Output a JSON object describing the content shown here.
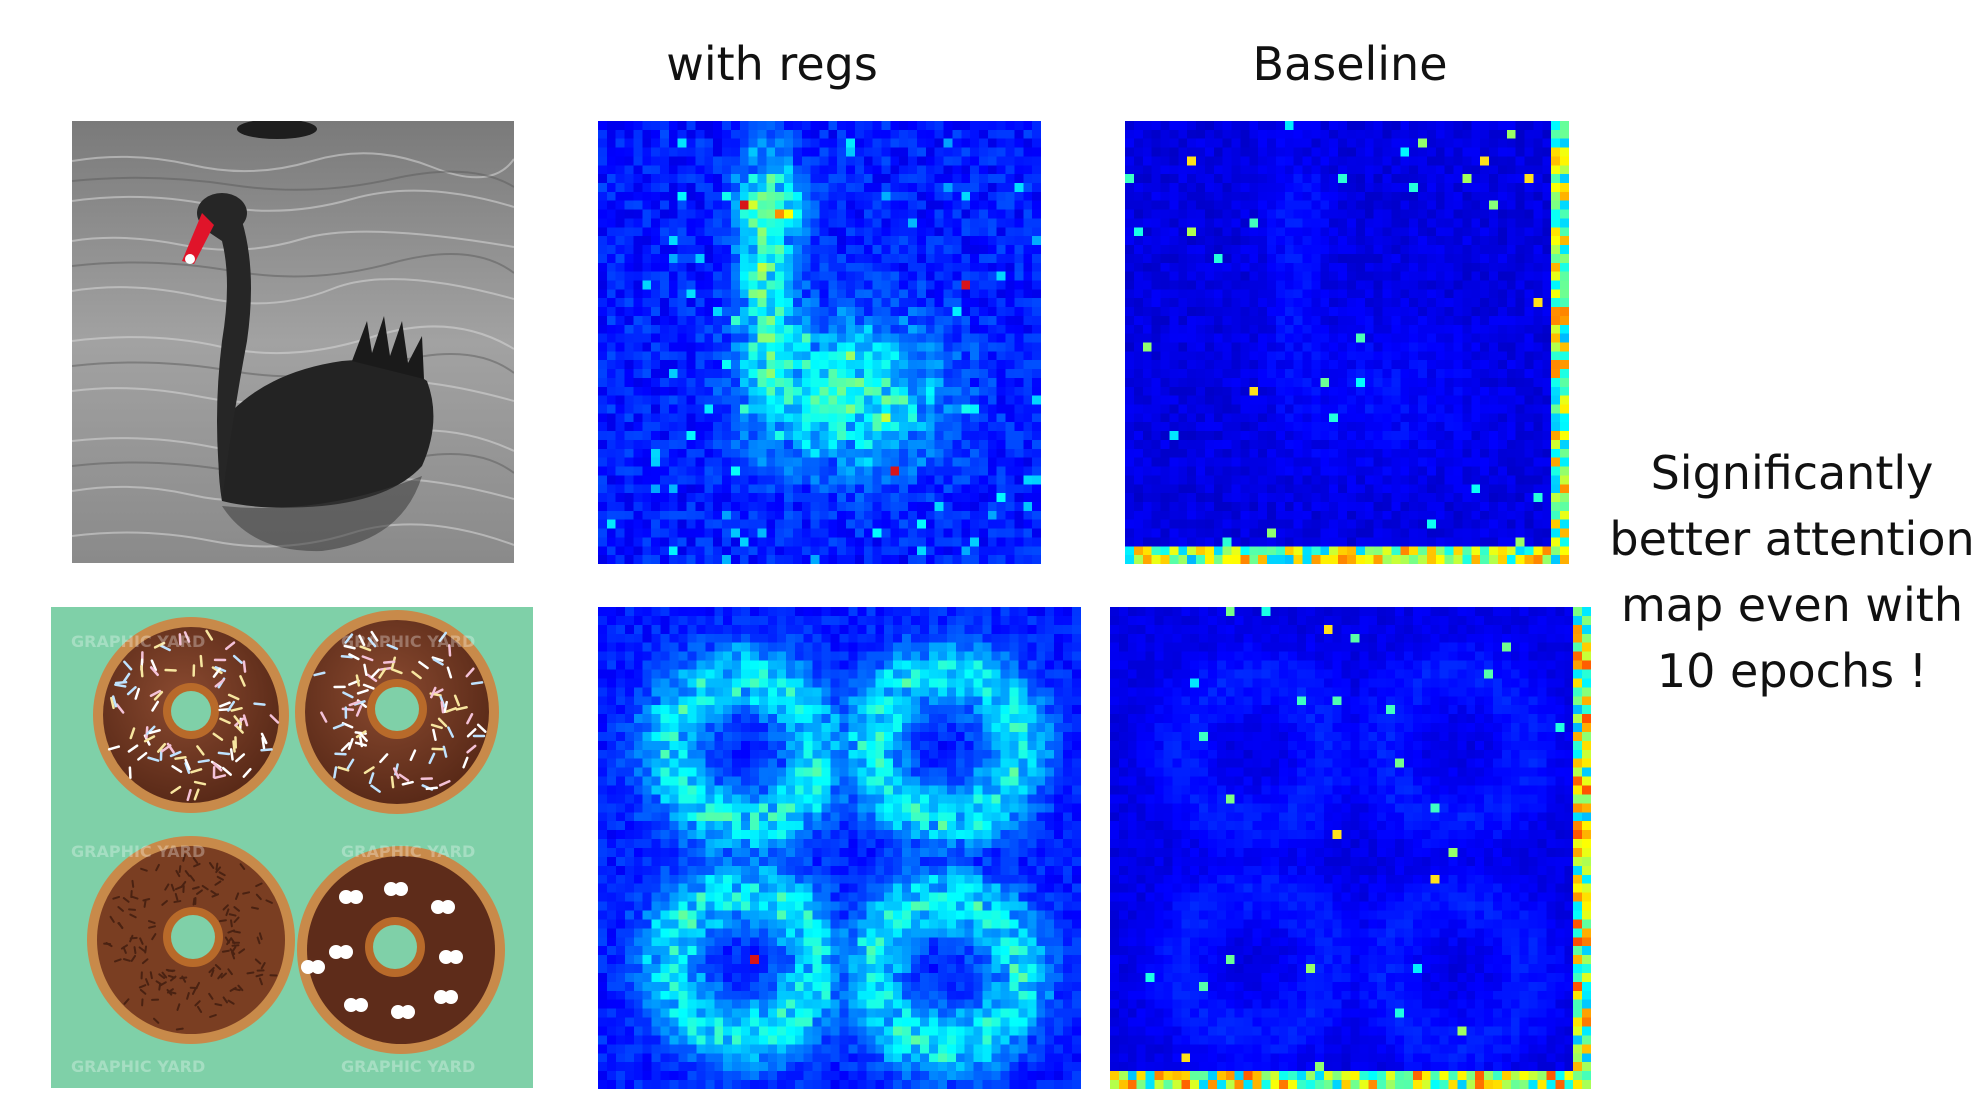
{
  "columns": {
    "with_regs": "with regs",
    "baseline": "Baseline"
  },
  "caption_lines": [
    "Significantly",
    "better attention",
    "map even with",
    "10 epochs !"
  ],
  "watermark": "GRAPHIC YARD",
  "palette": {
    "background": "#ffffff",
    "heat_low": "#0a16c8",
    "heat_mid": "#14d2ff",
    "heat_high": "#e0141a",
    "donut_bg": "#7fd0a8",
    "water": "#8f8f8f"
  }
}
